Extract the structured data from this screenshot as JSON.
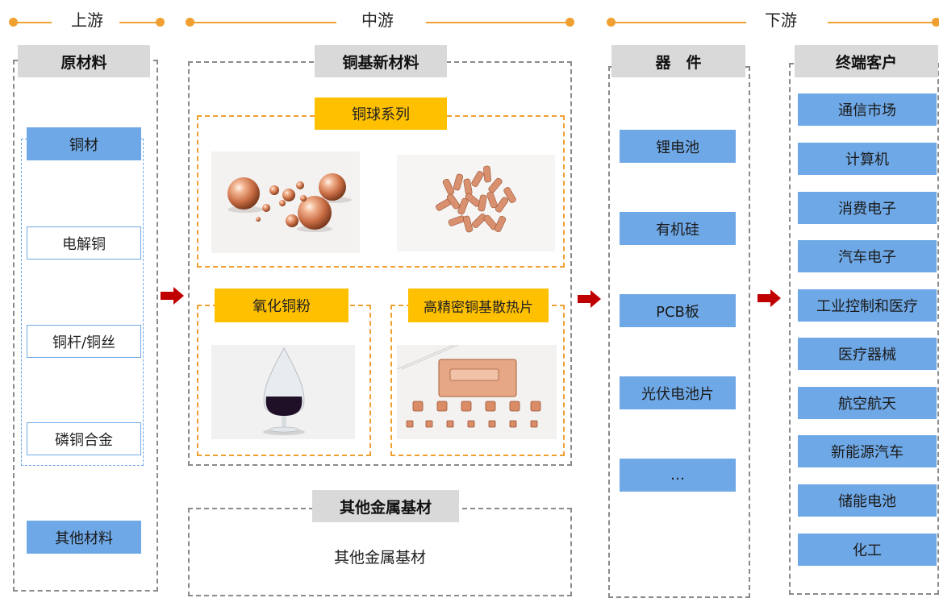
{
  "stages": {
    "upstream": "上游",
    "midstream": "中游",
    "downstream": "下游"
  },
  "raw_materials": {
    "title": "原材料",
    "copper": "铜材",
    "items": [
      "电解铜",
      "铜杆/铜丝",
      "磷铜合金"
    ],
    "other": "其他材料"
  },
  "copper_new_materials": {
    "title": "铜基新材料",
    "copper_ball_series": "铜球系列",
    "copper_oxide_powder": "氧化铜粉",
    "heat_sink": "高精密铜基散热片"
  },
  "other_metal": {
    "title": "其他金属基材",
    "content": "其他金属基材"
  },
  "components": {
    "title": "器　件",
    "items": [
      "锂电池",
      "有机硅",
      "PCB板",
      "光伏电池片",
      "…"
    ]
  },
  "end_customers": {
    "title": "终端客户",
    "items": [
      "通信市场",
      "计算机",
      "消费电子",
      "汽车电子",
      "工业控制和医疗",
      "医疗器械",
      "航空航天",
      "新能源汽车",
      "储能电池",
      "化工"
    ]
  },
  "colors": {
    "orange_line": "#f0a030",
    "gold_label": "#ffc000",
    "blue_item": "#6fa8e6",
    "gray_header": "#d9d9d9",
    "arrow_red": "#c00000"
  }
}
